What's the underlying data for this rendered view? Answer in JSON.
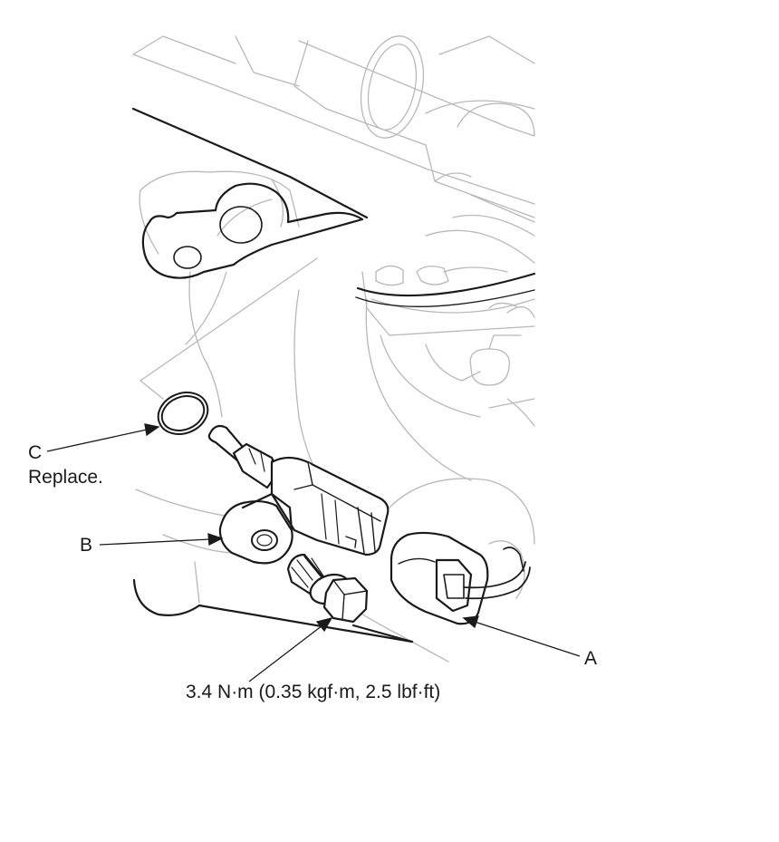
{
  "callouts": {
    "a": {
      "letter": "A"
    },
    "b": {
      "letter": "B"
    },
    "c": {
      "letter": "C",
      "note": "Replace."
    }
  },
  "torque_spec": "3.4 N·m (0.35 kgf·m, 2.5 lbf·ft)",
  "colors": {
    "ink": "#1a1a1a",
    "faint": "#b8b8b8",
    "background": "#ffffff"
  }
}
